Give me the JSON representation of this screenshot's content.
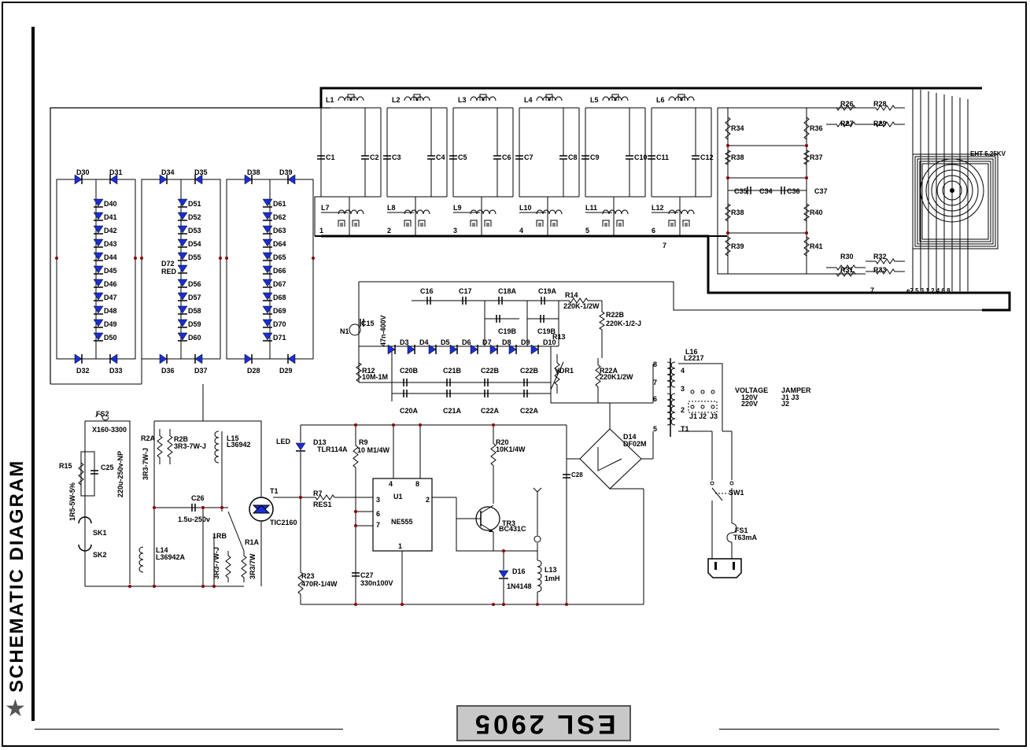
{
  "page": {
    "side_title": "SCHEMATIC DIAGRAM",
    "model": "ESL 2905"
  },
  "labels": {
    "d30": "D30",
    "d31": "D31",
    "d34": "D34",
    "d35": "D35",
    "d38": "D38",
    "d39": "D39",
    "d32": "D32",
    "d33": "D33",
    "d36": "D36",
    "d37": "D37",
    "d28": "D28",
    "d29": "D29",
    "col1": [
      "D40",
      "D41",
      "D42",
      "D43",
      "D44",
      "D45",
      "D46",
      "D47",
      "D48",
      "D49",
      "D50"
    ],
    "col2": [
      "D51",
      "D52",
      "D53",
      "D54",
      "D55",
      "D56",
      "D57",
      "D58",
      "D59",
      "D60"
    ],
    "col3": [
      "D61",
      "D62",
      "D63",
      "D64",
      "D65",
      "D66",
      "D67",
      "D68",
      "D69",
      "D70",
      "D71"
    ],
    "d72": "D72",
    "red": "RED",
    "top_l": [
      "L1",
      "L2",
      "L3",
      "L4",
      "L5",
      "L6"
    ],
    "caps_a": [
      "C1",
      "C3",
      "C5",
      "C7",
      "C9",
      "C11"
    ],
    "caps_b": [
      "C2",
      "C4",
      "C6",
      "C8",
      "C10",
      "C12"
    ],
    "bot_l": [
      "L7",
      "L8",
      "L9",
      "L10",
      "L11",
      "L12"
    ],
    "nodes": [
      "1",
      "2",
      "3",
      "4",
      "5",
      "6"
    ],
    "node7": "7",
    "res_left": [
      "R34",
      "R38",
      "R38",
      "R39"
    ],
    "res_right": [
      "R36",
      "R37",
      "R40",
      "R41"
    ],
    "c35": "C35",
    "c34": "C34",
    "c36": "C36",
    "c37": "C37",
    "r26": "R26",
    "r27": "R27",
    "r28": "R28",
    "r29": "R29",
    "r30": "R30",
    "r31": "R31",
    "r32": "R32",
    "r33": "R33",
    "eht": "EHT 5,25KV",
    "crt_pins": "7",
    "crt_pins2": "e7 5 3   1 2   4 6   8",
    "n1": "N1",
    "c15": "C15",
    "c15v": "47n-400V",
    "c16": "C16",
    "c17": "C17",
    "c18a": "C18A",
    "c19a": "C19A",
    "c19b1": "C19B",
    "c19b2": "C19B",
    "r14": "R14",
    "r14v": "220K-1/2W",
    "r22b": "R22B",
    "r22bv": "220K-1/2-J",
    "ds": [
      "D3",
      "D4",
      "D5",
      "D6",
      "D7",
      "D8",
      "D9",
      "D10"
    ],
    "r13": "R13",
    "r12": "R12",
    "r12v": "10M-1M",
    "c20b": "C20B",
    "c21b": "C21B",
    "c22b1": "C22B",
    "c22b2": "C22B",
    "c20a": "C20A",
    "c21a": "C21A",
    "c22a1": "C22A",
    "c22a2": "C22A",
    "vdr1": "VDR1",
    "r22a": "R22A",
    "r22av": "220K1/2W",
    "l16": "L16",
    "l16v": "L2217",
    "voltage": "VOLTAGE",
    "v120": "120V",
    "v220": "220V",
    "jamper": "JAMPER",
    "j1j3": "J1   J3",
    "j2": "J2",
    "j1": "J1",
    "j2b": "J2",
    "j3": "J3",
    "t8": "8",
    "t7": "7",
    "t6": "6",
    "t5": "5",
    "t4": "4",
    "t3": "3",
    "t2": "2",
    "t1": "T1",
    "d14": "D14",
    "d14v": "DF02M",
    "sw1": "SW1",
    "fs1": "FS1",
    "fs1v": "T63mA",
    "fs2": "FS2",
    "fs2v": "X160-3300",
    "r15": "R15",
    "r15v": "1R5-5W-5%",
    "c25": "C25",
    "c25v": "220u-250v-NP",
    "sk1": "SK1",
    "sk2": "SK2",
    "r2a": "R2A",
    "r2av": "3R3-7W-J",
    "r2b": "R2B",
    "r2bv": "3R3-7W-J",
    "l15": "L15",
    "l15v": "L36942",
    "c26": "C26",
    "c26v": "1.5u-250v",
    "l14": "L14",
    "l14v": "L36942A",
    "r1b": "1RB",
    "r1bv": "3R3-7W-J",
    "r1a": "R1A",
    "r1av": "3R3/7W",
    "t1v": "TIC2160",
    "led": "LED",
    "d13": "D13",
    "d13v": "TLR114A",
    "r9": "R9",
    "r9v": "10 M1/4W",
    "r7": "R7",
    "r7v": "RES1",
    "u1": "U1",
    "u1v": "NE555",
    "p4": "4",
    "p8": "8",
    "p3": "3",
    "p2": "2",
    "p6": "6",
    "p7": "7",
    "p1": "1",
    "r20": "R20",
    "r20v": "10K1/4W",
    "c28": "C28",
    "tr3": "TR3",
    "tr3v": "BC431C",
    "d16": "D16",
    "d16v": "1N4148",
    "l13": "L13",
    "l13v": "1mH",
    "r23": "R23",
    "r23v": "470R-1/4W",
    "c27": "C27",
    "c27v": "330n100V"
  }
}
